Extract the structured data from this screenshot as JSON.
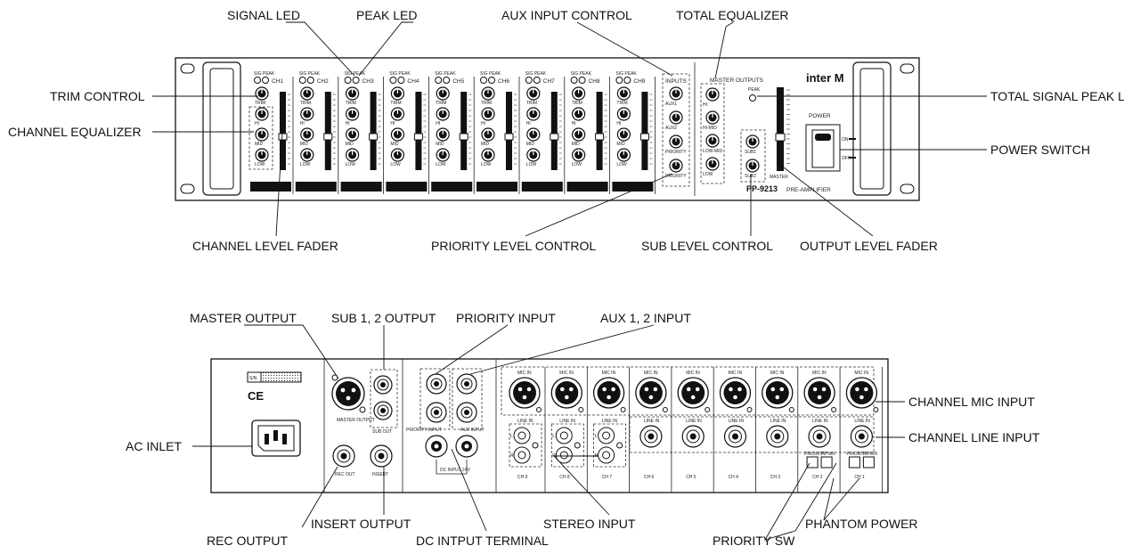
{
  "front_panel": {
    "channel_labels": [
      "CH1",
      "CH2",
      "CH3",
      "CH4",
      "CH5",
      "CH6",
      "CH7",
      "CH8",
      "CH9"
    ],
    "sig_peak": "SIG PEAK",
    "knob_labels": [
      "TRIM",
      "HI",
      "MID",
      "LOW"
    ],
    "inputs_label": "INPUTS",
    "aux_knob_labels": [
      "AUX1",
      "AUX2",
      "PRIORITY",
      "PRIORITY"
    ],
    "master_outputs": "MASTER OUTPUTS",
    "master_knob_labels": [
      "HI",
      "HI-MID",
      "LOW-MID",
      "LOW"
    ],
    "sub_knob_labels": [
      "SUB1",
      "SUB2"
    ],
    "peak": "PEAK",
    "master": "MASTER",
    "brand": "inter M",
    "power": "POWER",
    "on": "ON",
    "off": "OFF",
    "model": "PP-9213",
    "model_desc": "PRE-AMPLIFIER"
  },
  "rear_panel": {
    "sn": "S/N",
    "ce": "CE",
    "master_output": "MASTER OUTPUT",
    "sub_out": "SUB OUT",
    "rec_out": "REC OUT",
    "insert": "INSERT",
    "priority_input": "PRIORITY INPUT",
    "aux_input": "AUX INPUT",
    "dc_input": "DC INPUT 24V",
    "mic_in": "MIC IN",
    "line_in": "LINE IN",
    "channel_labels": [
      "CH 9",
      "CH 8",
      "CH 7",
      "CH 6",
      "CH 5",
      "CH 4",
      "CH 3",
      "CH 2",
      "CH 1"
    ],
    "priority_sw": "PRIORITY",
    "phantom": "P.PWR"
  },
  "labels": {
    "signal_led": "SIGNAL LED",
    "peak_led": "PEAK LED",
    "aux_input_control": "AUX INPUT CONTROL",
    "total_equalizer": "TOTAL EQUALIZER",
    "trim_control": "TRIM CONTROL",
    "channel_equalizer": "CHANNEL EQUALIZER",
    "total_signal_peak_led": "TOTAL SIGNAL PEAK LED",
    "power_switch": "POWER SWITCH",
    "channel_level_fader": "CHANNEL LEVEL FADER",
    "priority_level_control": "PRIORITY LEVEL CONTROL",
    "sub_level_control": "SUB LEVEL CONTROL",
    "output_level_fader": "OUTPUT LEVEL FADER",
    "master_output": "MASTER OUTPUT",
    "sub_12_output": "SUB 1, 2 OUTPUT",
    "priority_input": "PRIORITY INPUT",
    "aux_12_input": "AUX 1, 2 INPUT",
    "channel_mic_input": "CHANNEL MIC INPUT",
    "channel_line_input": "CHANNEL LINE INPUT",
    "ac_inlet": "AC INLET",
    "insert_output": "INSERT OUTPUT",
    "rec_output": "REC OUTPUT",
    "dc_input_terminal": "DC INTPUT TERMINAL",
    "stereo_input": "STEREO INPUT",
    "phantom_power": "PHANTOM POWER",
    "priority_sw": "PRIORITY SW"
  }
}
